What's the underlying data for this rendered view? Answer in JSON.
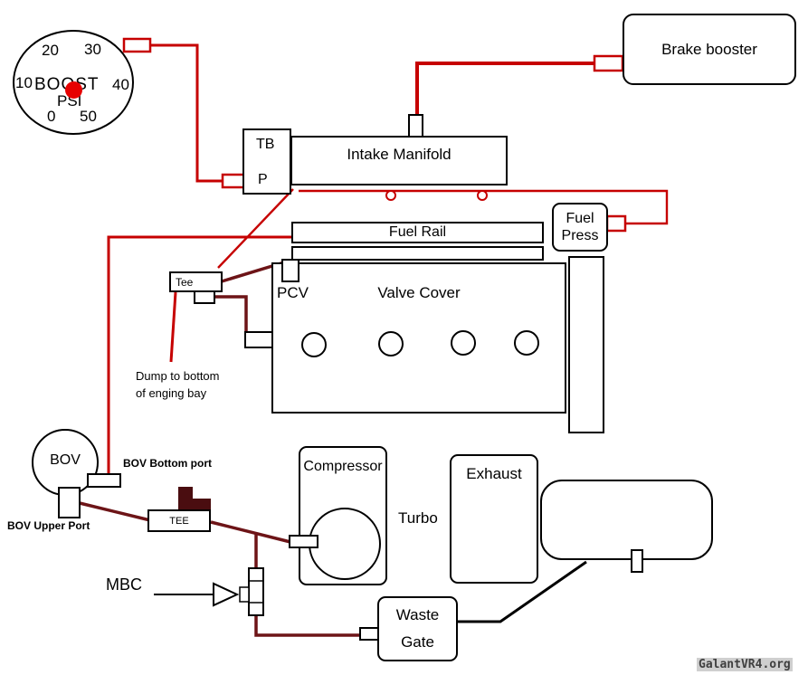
{
  "diagram": {
    "gauge": {
      "title": "BOOST",
      "unit": "PSI",
      "tick_20": "20",
      "tick_30": "30",
      "tick_10": "10",
      "tick_40": "40",
      "tick_0": "0",
      "tick_50": "50"
    },
    "components": {
      "brake_booster": "Brake booster",
      "throttle_body": "TB",
      "throttle_body_port": "P",
      "intake_manifold": "Intake Manifold",
      "fuel_rail": "Fuel Rail",
      "fuel_press_line1": "Fuel",
      "fuel_press_line2": "Press",
      "valve_cover": "Valve Cover",
      "pcv": "PCV",
      "tee_upper": "Tee",
      "tee_lower": "TEE",
      "bov": "BOV",
      "mbc": "MBC",
      "compressor": "Compressor",
      "turbo": "Turbo",
      "exhaust": "Exhaust",
      "waste_gate_line1": "Waste",
      "waste_gate_line2": "Gate"
    },
    "annotations": {
      "dump_line1": "Dump to bottom",
      "dump_line2": "of enging bay",
      "bov_bottom_port": "BOV Bottom port",
      "bov_upper_port": "BOV Upper Port",
      "watermark": "GalantVR4.org"
    },
    "colors": {
      "hose_red": "#c60000",
      "hose_dark_red": "#6d1417",
      "line_black": "#000000"
    }
  }
}
